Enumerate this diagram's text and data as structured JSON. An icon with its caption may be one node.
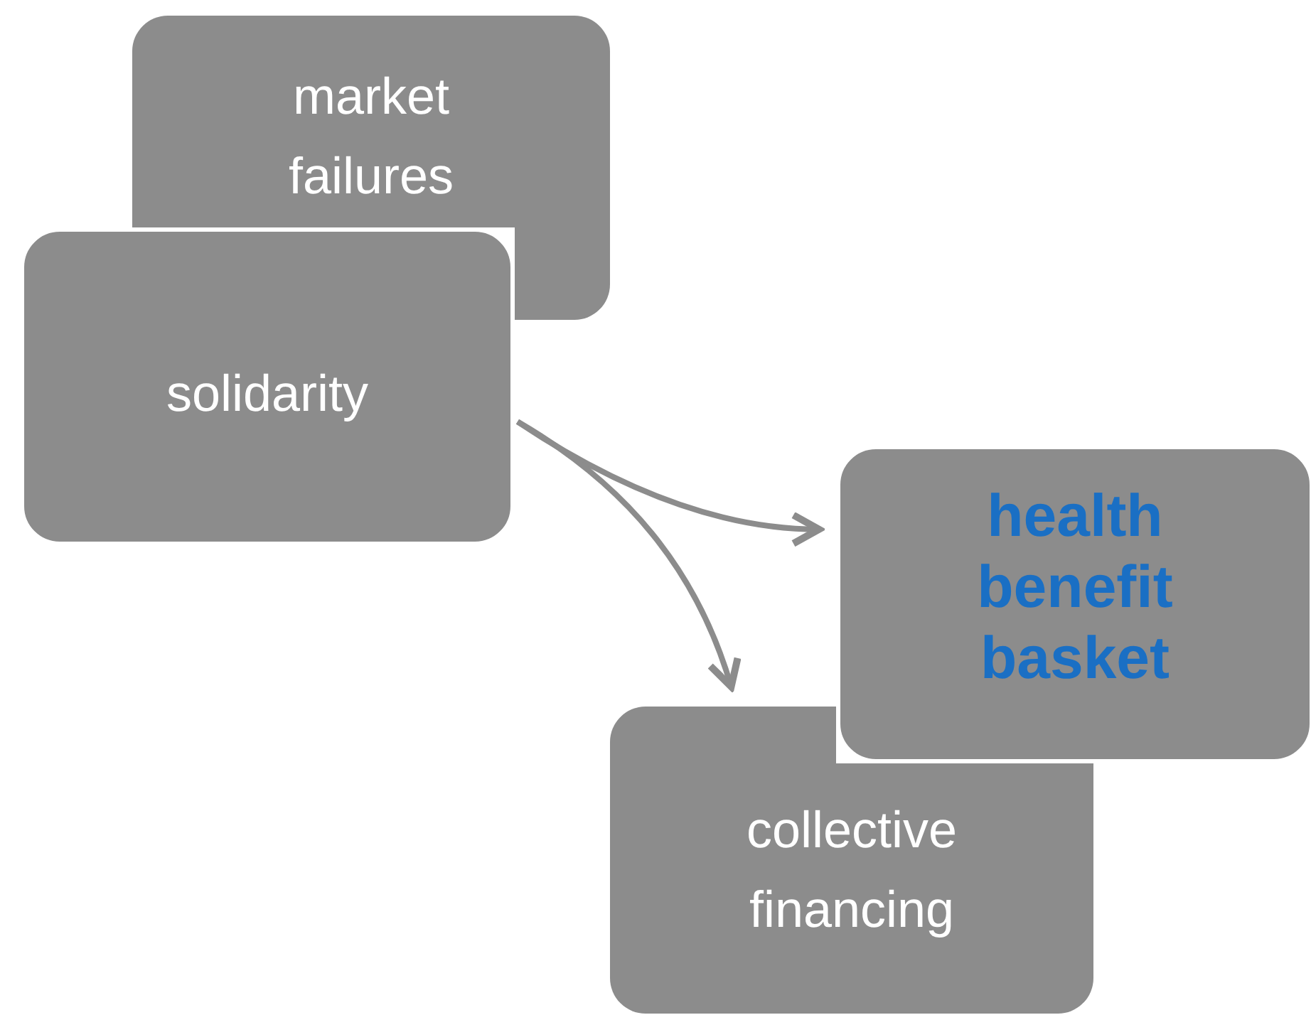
{
  "diagram": {
    "nodes": [
      {
        "text": [
          "market failures"
        ]
      },
      {
        "text": [
          "solidarity"
        ]
      },
      {
        "text": [
          "health benefit basket"
        ]
      },
      {
        "text": [
          "collective financing"
        ]
      }
    ],
    "edges": [
      {
        "from": 1,
        "to": 2,
        "arrow": "to"
      },
      {
        "from": 1,
        "to": 3,
        "arrow": "to"
      }
    ]
  }
}
